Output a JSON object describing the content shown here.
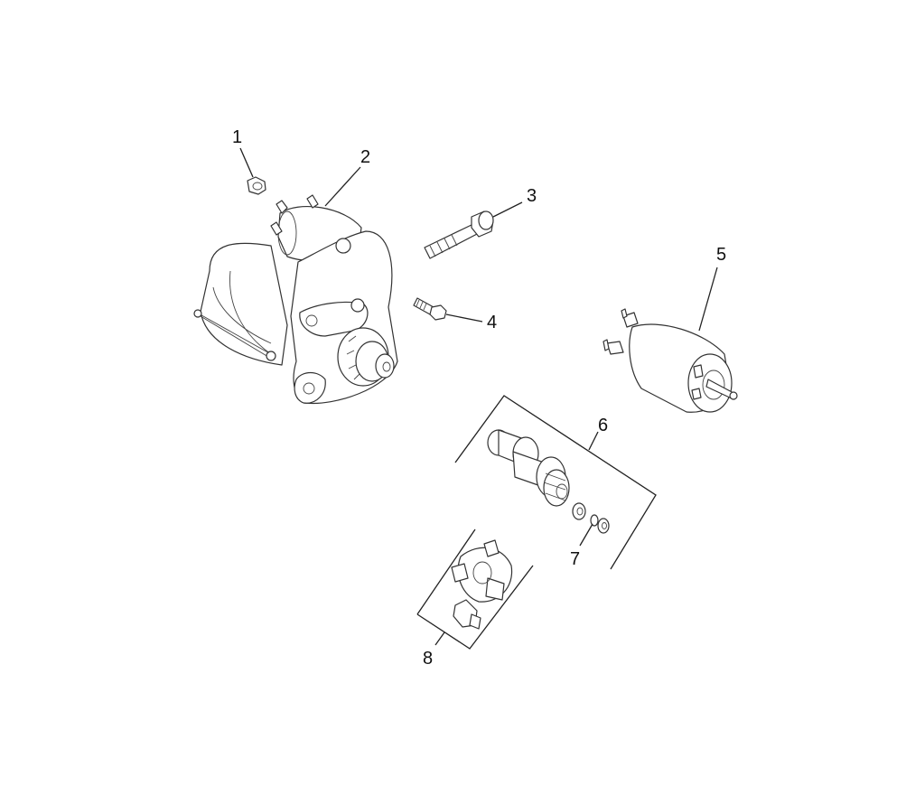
{
  "diagram": {
    "callouts": [
      {
        "id": "1",
        "text": "1"
      },
      {
        "id": "2",
        "text": "2"
      },
      {
        "id": "3",
        "text": "3"
      },
      {
        "id": "4",
        "text": "4"
      },
      {
        "id": "5",
        "text": "5"
      },
      {
        "id": "6",
        "text": "6"
      },
      {
        "id": "7",
        "text": "7"
      },
      {
        "id": "8",
        "text": "8"
      }
    ],
    "parts": [
      {
        "callout": "1",
        "icon": "nut-icon"
      },
      {
        "callout": "2",
        "icon": "starter-motor-icon"
      },
      {
        "callout": "3",
        "icon": "bolt-icon"
      },
      {
        "callout": "4",
        "icon": "screw-icon"
      },
      {
        "callout": "5",
        "icon": "solenoid-icon"
      },
      {
        "callout": "6",
        "icon": "pinion-gear-kit-icon"
      },
      {
        "callout": "7",
        "icon": "washer-ring-icon"
      },
      {
        "callout": "8",
        "icon": "brush-holder-kit-icon"
      }
    ]
  }
}
